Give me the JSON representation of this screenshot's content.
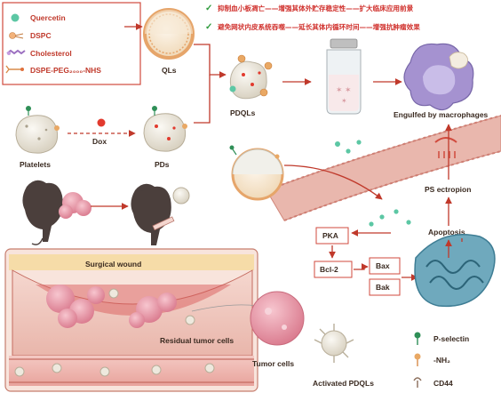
{
  "legend": {
    "items": [
      {
        "label": "Quercetin",
        "icon": "quercetin-dot-icon"
      },
      {
        "label": "DSPC",
        "icon": "dspc-lipid-icon"
      },
      {
        "label": "Cholesterol",
        "icon": "cholesterol-icon"
      },
      {
        "label": "DSPE-PEG₂₀₀₀-NHS",
        "icon": "peg-linker-icon"
      }
    ]
  },
  "benefits": [
    "抑制血小板凋亡——增强其体外贮存稳定性——扩大临床应用前景",
    "避免网状内皮系统吞噬——延长其体内循环时间——增强抗肿瘤效果"
  ],
  "labels": {
    "qls": "QLs",
    "pdqls": "PDQLs",
    "platelets": "Platelets",
    "dox": "Dox",
    "pds": "PDs",
    "engulfed": "Engulfed by macrophages",
    "ps_ectropion": "PS ectropion",
    "apoptosis": "Apoptosis",
    "pka": "PKA",
    "bcl2": "Bcl-2",
    "bax": "Bax",
    "bak": "Bak",
    "surgical_wound": "Surgical wound",
    "residual_tumor": "Residual tumor cells",
    "tumor_cells": "Tumor cells",
    "activated_pdqls": "Activated PDQLs"
  },
  "receptor_legend": [
    {
      "label": "P-selectin",
      "icon": "p-selectin-icon"
    },
    {
      "label": "-NH₂",
      "icon": "amine-icon"
    },
    {
      "label": "CD44",
      "icon": "cd44-icon"
    }
  ],
  "colors": {
    "arrow": "#c0392b",
    "check": "#2e9a3c",
    "quercetin": "#5cc7a4",
    "dox": "#e23a2e",
    "platelet": "#eee9de",
    "macrophage": "#8f7fbf",
    "mitochondria": "#4d8fa6",
    "tumor": "#e59aa8"
  }
}
